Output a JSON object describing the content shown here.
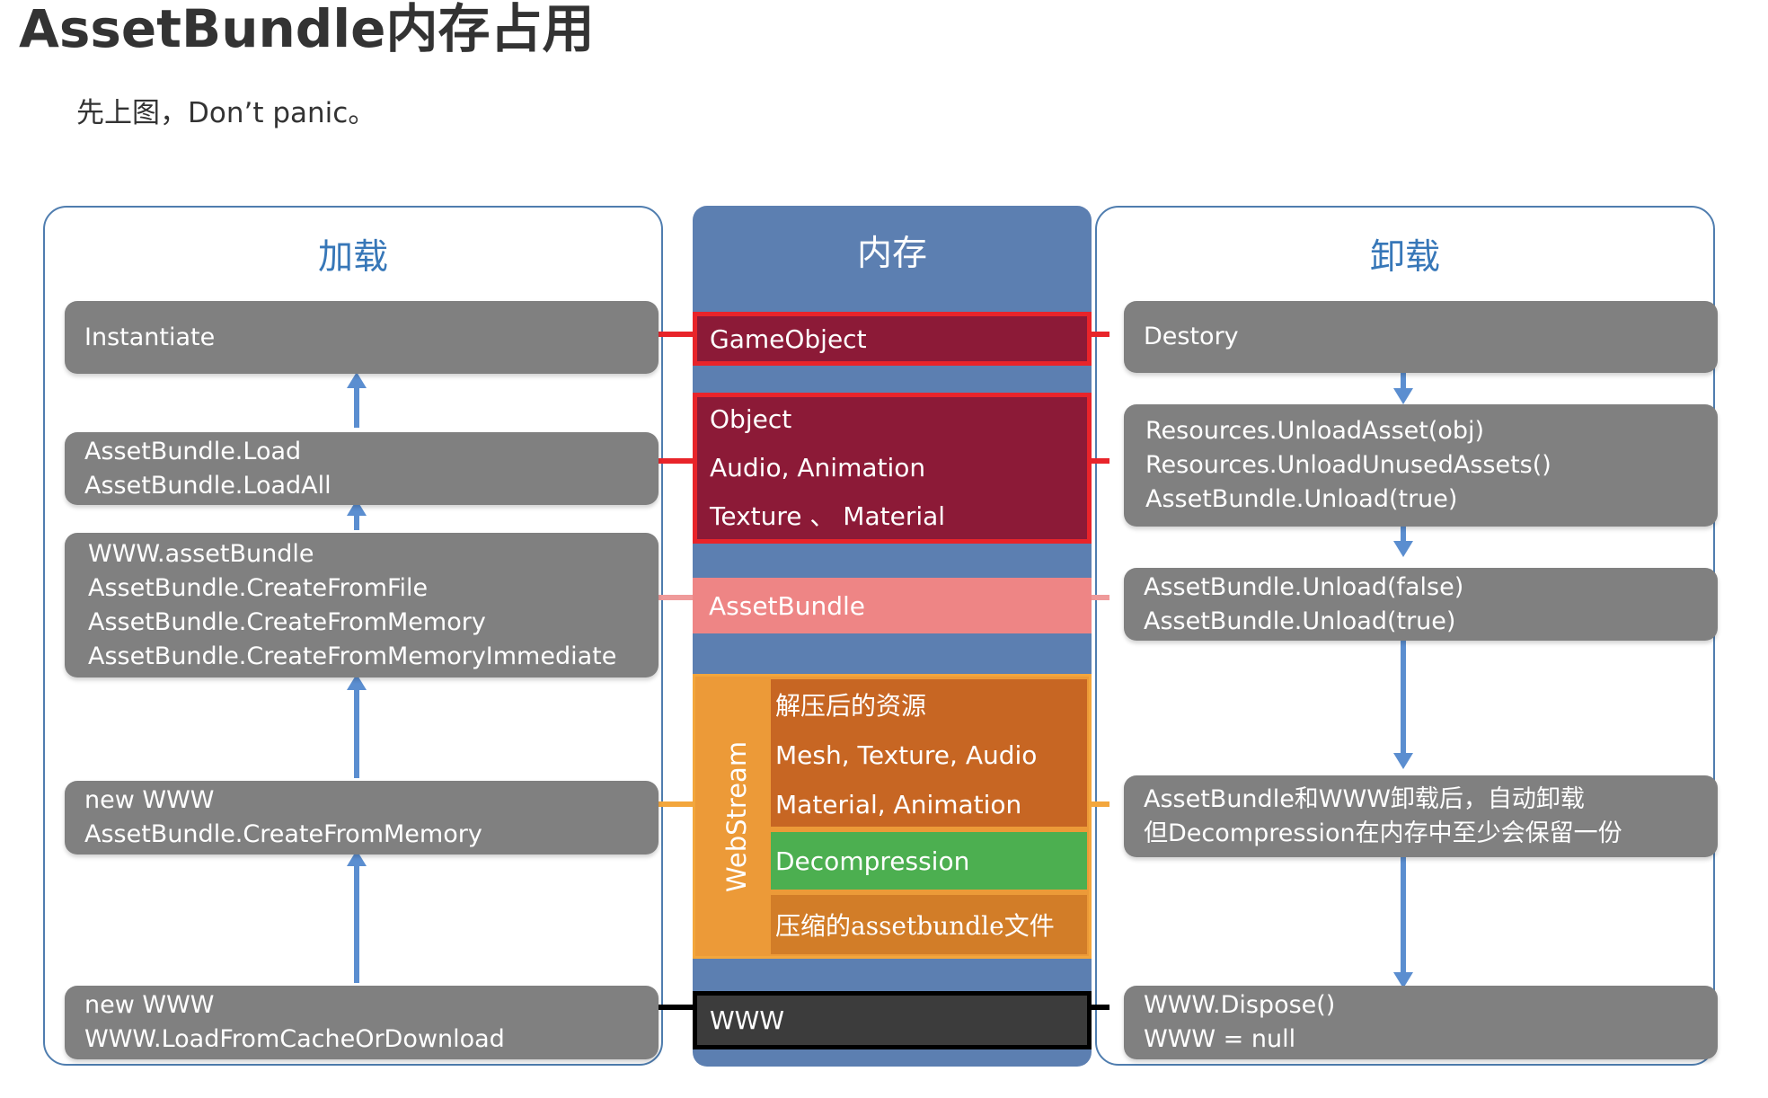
{
  "page": {
    "title": "AssetBundle内存占用",
    "intro": "先上图，Don’t panic。"
  },
  "diagram": {
    "load": {
      "title": "加载",
      "boxes": [
        [
          "Instantiate"
        ],
        [
          "AssetBundle.Load",
          "AssetBundle.LoadAll"
        ],
        [
          "WWW.assetBundle",
          "AssetBundle.CreateFromFile",
          "AssetBundle.CreateFromMemory",
          "AssetBundle.CreateFromMemoryImmediate"
        ],
        [
          "new WWW",
          "AssetBundle.CreateFromMemory"
        ],
        [
          "new WWW",
          "WWW.LoadFromCacheOrDownload"
        ]
      ]
    },
    "memory": {
      "title": "内存",
      "gameobject": "GameObject",
      "assets": [
        "Object",
        "Audio, Animation",
        "Texture 、 Material"
      ],
      "assetbundle": "AssetBundle",
      "webstream": {
        "label": "WebStream",
        "resources": [
          "解压后的资源",
          "Mesh, Texture, Audio",
          "Material, Animation"
        ],
        "decompression": "Decompression",
        "compressed": "压缩的assetbundle文件"
      },
      "www": "WWW"
    },
    "unload": {
      "title": "卸载",
      "boxes": [
        [
          "Destory"
        ],
        [
          "Resources.UnloadAsset(obj)",
          "Resources.UnloadUnusedAssets()",
          "AssetBundle.Unload(true)"
        ],
        [
          "AssetBundle.Unload(false)",
          "AssetBundle.Unload(true)"
        ],
        [
          "AssetBundle和WWW卸载后，自动卸载",
          "但Decompression在内存中至少会保留一份"
        ],
        [
          "WWW.Dispose()",
          "WWW = null"
        ]
      ]
    },
    "colors": {
      "panel_border": "#4f7daf",
      "panel_title": "#3777b8",
      "memory_column": "#5c7fb1",
      "box_gray": "#808080",
      "red_border": "#e8242a",
      "asset_red": "#8c1a37",
      "assetbundle_pink": "#ee8585",
      "webstream_orange": "#ec9a38",
      "decompression_green": "#4caf50",
      "arrow_blue": "#5b8ed0"
    }
  }
}
